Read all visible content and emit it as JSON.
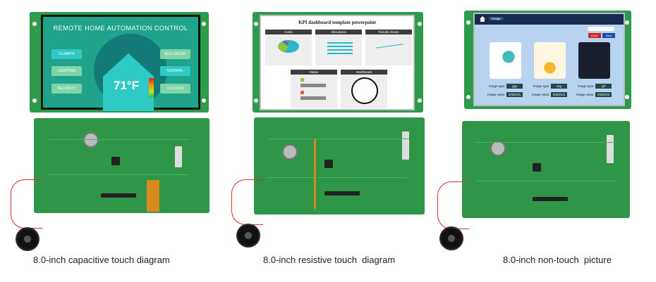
{
  "products": [
    {
      "caption": "8.0-inch capacitive touch diagram",
      "screen": {
        "title": "REMOTE HOME AUTOMATION CONTROL",
        "left_buttons": [
          "CLIMATE",
          "LIGHTING",
          "SECURITY"
        ],
        "right_buttons": [
          "ECO MODE",
          "NORMAL",
          "CUSTOM"
        ],
        "temperature": "71°F"
      }
    },
    {
      "caption": "8.0-inch resistive touch  diagram",
      "screen": {
        "title": "KPI dashboard template powerpoint",
        "panels": [
          "Costs",
          "Allocations",
          "Results shown",
          "Status",
          "Dashboard"
        ]
      }
    },
    {
      "caption": "8.0-inch non-touch  picture",
      "screen": {
        "nav_label": "Image",
        "buttons": [
          "Insert",
          "Save"
        ],
        "type_label": "Image type:",
        "value_label": "Image value:",
        "types": [
          "jpg",
          "svg",
          "gif"
        ],
        "values": [
          "2022/1/1",
          "2022/1/1",
          "2022/1/1"
        ]
      }
    }
  ],
  "colors": {
    "pcb": "#2f9648",
    "screen1_bg": "#1fa38a",
    "screen3_bg": "#b7d3ef"
  }
}
